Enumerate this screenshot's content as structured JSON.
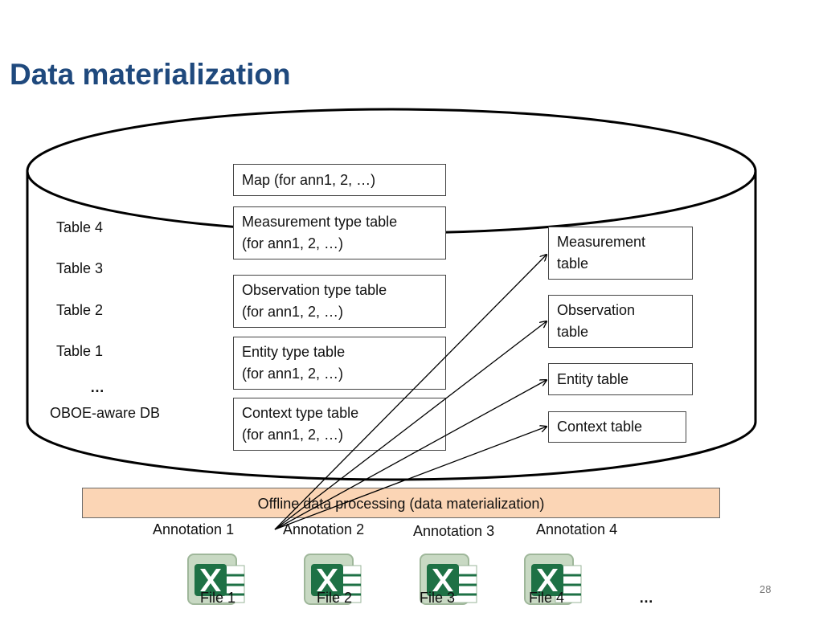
{
  "title": "Data materialization",
  "db": {
    "tables": [
      "Table 4",
      "Table 3",
      "Table 2",
      "Table 1"
    ],
    "ellipsis": "…",
    "caption": "OBOE-aware DB"
  },
  "type_boxes": [
    {
      "line1": "Map (for ann1, 2, …)",
      "line2": ""
    },
    {
      "line1": "Measurement type table",
      "line2": "(for ann1, 2, …)"
    },
    {
      "line1": "Observation type table",
      "line2": "(for ann1, 2, …)"
    },
    {
      "line1": "Entity  type table",
      "line2": "(for ann1, 2, …)"
    },
    {
      "line1": "Context type table",
      "line2": "(for ann1, 2, …)"
    }
  ],
  "data_boxes": [
    {
      "line1": "Measurement",
      "line2": "table"
    },
    {
      "line1": "Observation",
      "line2": "table"
    },
    {
      "line1": "Entity table",
      "line2": ""
    },
    {
      "line1": "Context table",
      "line2": ""
    }
  ],
  "processing": "Offline data processing (data materialization)",
  "annotations": [
    "Annotation 1",
    "Annotation 2",
    "Annotation 3",
    "Annotation 4"
  ],
  "files": [
    "File 1",
    "File 2",
    "File 3",
    "File 4"
  ],
  "files_ellipsis": "…",
  "page_number": "28",
  "colors": {
    "title": "#1f497d",
    "band": "#fbd5b5",
    "excel": "#1e7145"
  },
  "icon": "excel-file-icon"
}
